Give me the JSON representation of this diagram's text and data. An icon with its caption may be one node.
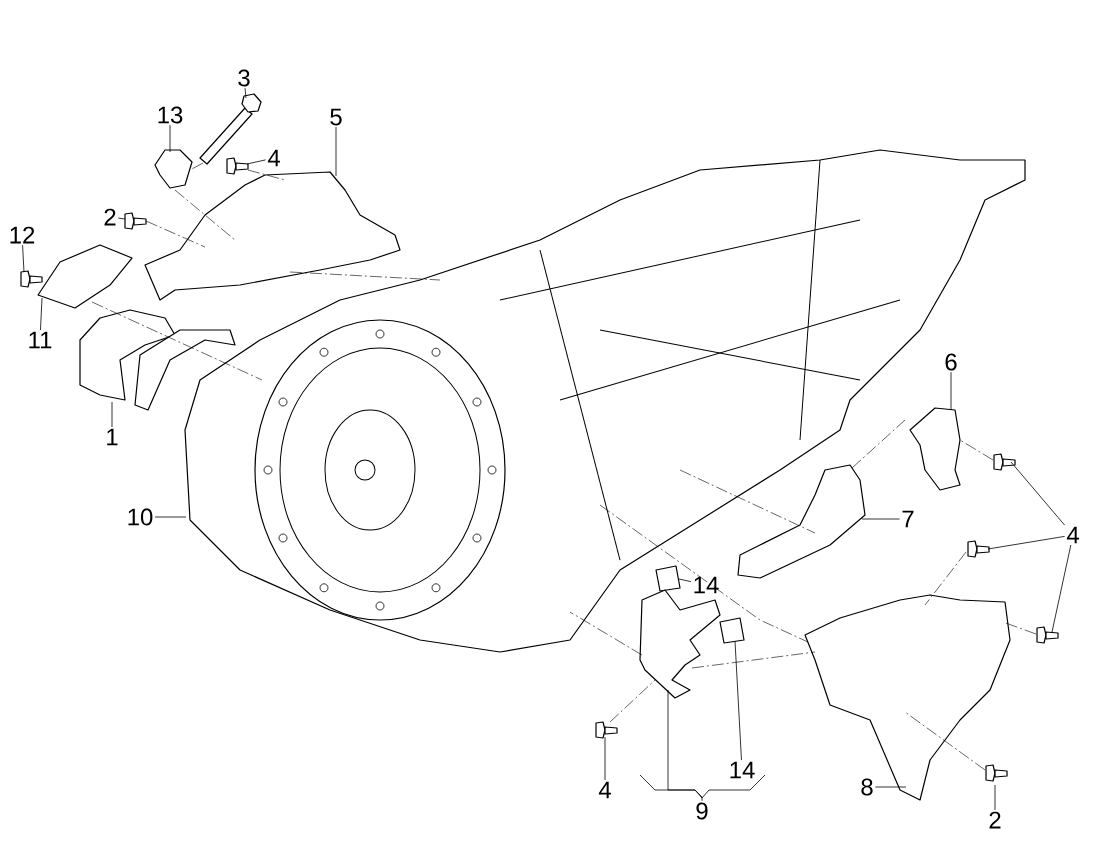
{
  "diagram": {
    "nodes": [
      {
        "text": [
          "1"
        ]
      },
      {
        "text": [
          "10"
        ]
      },
      {
        "text": [
          "11"
        ]
      },
      {
        "text": [
          "12"
        ]
      },
      {
        "text": [
          "2"
        ]
      },
      {
        "text": [
          "13"
        ]
      },
      {
        "text": [
          "3"
        ]
      },
      {
        "text": [
          "4"
        ]
      },
      {
        "text": [
          "5"
        ]
      },
      {
        "text": [
          "6"
        ]
      },
      {
        "text": [
          "7"
        ]
      },
      {
        "text": [
          "4"
        ]
      },
      {
        "text": [
          "14"
        ]
      },
      {
        "text": [
          "14"
        ]
      },
      {
        "text": [
          "9"
        ]
      },
      {
        "text": [
          "4"
        ]
      },
      {
        "text": [
          "8"
        ]
      },
      {
        "text": [
          "2"
        ]
      },
      {
        "text": [],
        "shape": "picture"
      },
      {
        "text": [],
        "shape": "picture"
      },
      {
        "text": [],
        "shape": "picture"
      },
      {
        "text": [],
        "shape": "picture"
      },
      {
        "text": [],
        "shape": "picture"
      },
      {
        "text": [],
        "shape": "picture"
      },
      {
        "text": [],
        "shape": "picture"
      },
      {
        "text": [],
        "shape": "picture"
      },
      {
        "text": [],
        "shape": "picture"
      },
      {
        "text": [],
        "shape": "picture"
      },
      {
        "text": [],
        "shape": "picture"
      },
      {
        "text": [],
        "shape": "picture"
      },
      {
        "text": [],
        "shape": "picture"
      },
      {
        "text": [],
        "shape": "picture"
      },
      {
        "text": [],
        "shape": "picture"
      },
      {
        "text": [],
        "shape": "picture"
      },
      {
        "text": [],
        "shape": "picture"
      },
      {
        "text": [],
        "shape": "picture"
      },
      {
        "text": [],
        "shape": "picture"
      },
      {
        "text": [],
        "shape": "picture"
      }
    ],
    "edges": [
      {
        "from": 0,
        "to": 18,
        "arrow": "none"
      },
      {
        "from": 1,
        "to": 19,
        "arrow": "none"
      },
      {
        "from": 2,
        "to": 20,
        "arrow": "none"
      },
      {
        "from": 3,
        "to": 21,
        "arrow": "none"
      },
      {
        "from": 4,
        "to": 22,
        "arrow": "none"
      },
      {
        "from": 5,
        "to": 23,
        "arrow": "none"
      },
      {
        "from": 6,
        "to": 24,
        "arrow": "none"
      },
      {
        "from": 7,
        "to": 25,
        "arrow": "none"
      },
      {
        "from": 8,
        "to": 26,
        "arrow": "none"
      },
      {
        "from": 9,
        "to": 27,
        "arrow": "none"
      },
      {
        "from": 10,
        "to": 28,
        "arrow": "none"
      },
      {
        "from": 11,
        "to": 29,
        "arrow": "none"
      },
      {
        "from": 11,
        "to": 30,
        "arrow": "none"
      },
      {
        "from": 11,
        "to": 31,
        "arrow": "none"
      },
      {
        "from": 12,
        "to": 32,
        "arrow": "none"
      },
      {
        "from": 13,
        "to": 33,
        "arrow": "none"
      },
      {
        "from": 14,
        "to": 34,
        "arrow": "none"
      },
      {
        "from": 15,
        "to": 35,
        "arrow": "none"
      },
      {
        "from": 16,
        "to": 36,
        "arrow": "none"
      },
      {
        "from": 17,
        "to": 37,
        "arrow": "none"
      },
      {
        "from": 22,
        "to": 26,
        "arrow": "none",
        "style": "dashed"
      },
      {
        "from": 26,
        "to": 19,
        "arrow": "none",
        "style": "dashed"
      },
      {
        "from": 20,
        "to": 19,
        "arrow": "none",
        "style": "dashed"
      },
      {
        "from": 24,
        "to": 23,
        "arrow": "none",
        "style": "dashed"
      },
      {
        "from": 23,
        "to": 26,
        "arrow": "none",
        "style": "dashed"
      },
      {
        "from": 19,
        "to": 28,
        "arrow": "none",
        "style": "dashed"
      },
      {
        "from": 28,
        "to": 27,
        "arrow": "none",
        "style": "dashed"
      },
      {
        "from": 19,
        "to": 36,
        "arrow": "none",
        "style": "dashed"
      },
      {
        "from": 29,
        "to": 27,
        "arrow": "none",
        "style": "dashed"
      },
      {
        "from": 34,
        "to": 19,
        "arrow": "none",
        "style": "dashed"
      },
      {
        "from": 35,
        "to": 34,
        "arrow": "none",
        "style": "dashed"
      },
      {
        "from": 34,
        "to": 36,
        "arrow": "none",
        "style": "dashed"
      },
      {
        "from": 30,
        "to": 36,
        "arrow": "none",
        "style": "dashed"
      },
      {
        "from": 25,
        "to": 26,
        "arrow": "none",
        "style": "dashed"
      },
      {
        "from": 37,
        "to": 36,
        "arrow": "none",
        "style": "dashed"
      },
      {
        "from": 31,
        "to": 36,
        "arrow": "none",
        "style": "dashed"
      }
    ]
  }
}
